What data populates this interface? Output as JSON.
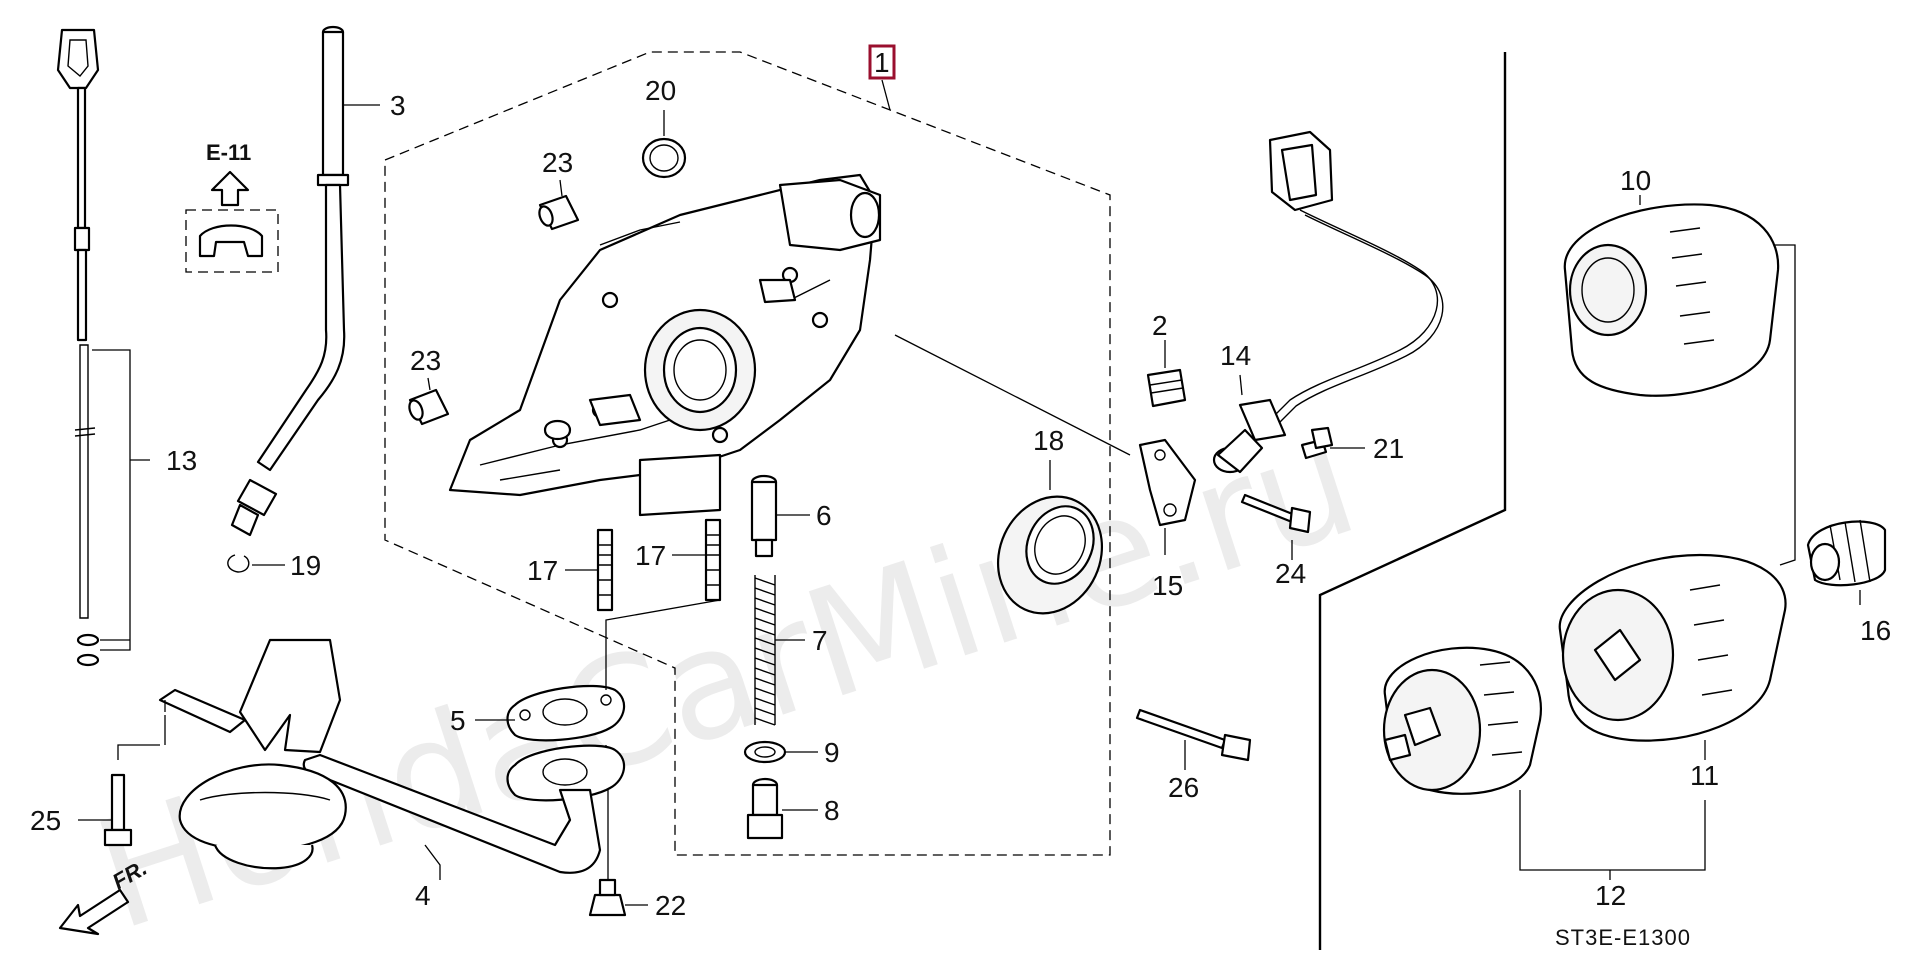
{
  "diagram_code": "ST3E-E1300",
  "reference": "E-11",
  "front_marker": "FR.",
  "watermark": "HondaCarMine.ru",
  "highlight_color": "#9a0f2e",
  "callouts": {
    "c1": "1",
    "c2": "2",
    "c3": "3",
    "c4": "4",
    "c5": "5",
    "c6": "6",
    "c7": "7",
    "c8": "8",
    "c9": "9",
    "c10": "10",
    "c11": "11",
    "c12": "12",
    "c13": "13",
    "c14": "14",
    "c15": "15",
    "c16": "16",
    "c17a": "17",
    "c17b": "17",
    "c18": "18",
    "c19": "19",
    "c20": "20",
    "c21": "21",
    "c22": "22",
    "c23a": "23",
    "c23b": "23",
    "c24": "24",
    "c25": "25",
    "c26": "26"
  }
}
